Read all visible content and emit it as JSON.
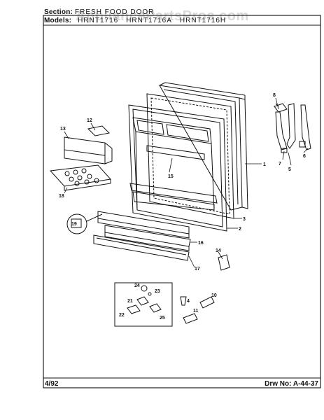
{
  "watermark": "AppliancePartsPros.com",
  "header": {
    "section_label": "Section:",
    "section_value": "FRESH FOOD DOOR",
    "models_label": "Models:",
    "models": [
      "HRNT1716",
      "HRNT1716A",
      "HRNT1716H"
    ]
  },
  "footer": {
    "date": "4/92",
    "drawing_label": "Drw No:",
    "drawing_number": "A-44-37"
  },
  "callouts": {
    "c1": "1",
    "c2": "2",
    "c3": "3",
    "c4": "4",
    "c5": "5",
    "c6": "6",
    "c7": "7",
    "c8": "8",
    "c10": "10",
    "c11": "11",
    "c12": "12",
    "c13": "13",
    "c14": "14",
    "c15": "15",
    "c16": "16",
    "c17": "17",
    "c18": "18",
    "c19": "19",
    "c21": "21",
    "c22": "22",
    "c23": "23",
    "c24": "24",
    "c25": "25"
  },
  "colors": {
    "line": "#111111",
    "border": "#222222",
    "watermark": "#d9d9d9"
  }
}
